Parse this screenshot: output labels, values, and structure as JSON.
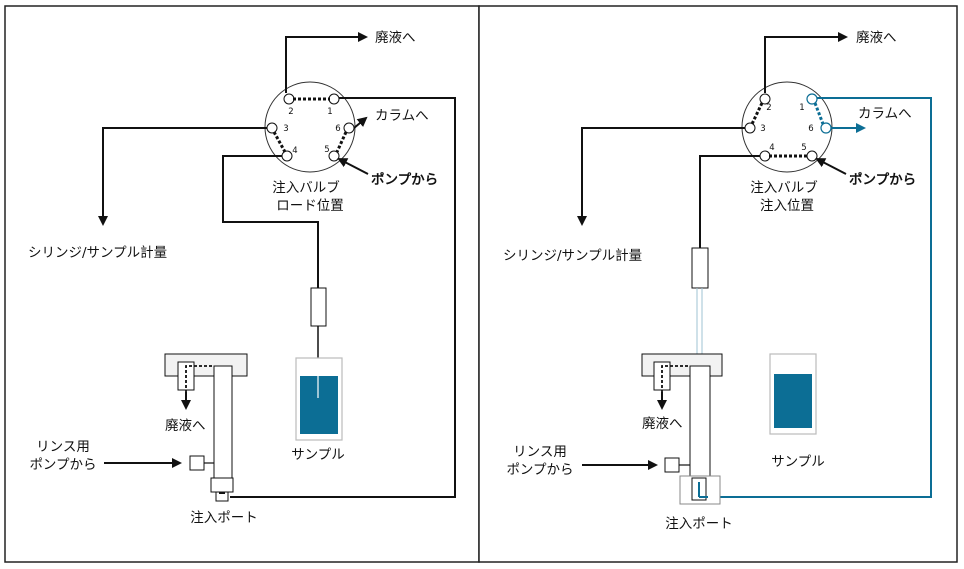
{
  "colors": {
    "line": "#111111",
    "sample": "#0c6e95",
    "frame": "#222222",
    "body": "#ffffff",
    "housing": "#f2f2f2",
    "needle_tip": "#9fc3d3"
  },
  "panels": [
    {
      "state": "load",
      "to_waste_top": "廃液へ",
      "to_column": "カラムへ",
      "from_pump": "ポンプから",
      "valve_caption_1": "注入バルブ",
      "valve_caption_2": "ロード位置",
      "syringe_metering": "シリンジ/サンプル計量",
      "to_waste_port": "廃液へ",
      "rinse_pump_1": "リンス用",
      "rinse_pump_2": "ポンプから",
      "sample": "サンプル",
      "injection_port": "注入ポート",
      "ports": [
        "1",
        "2",
        "3",
        "4",
        "5",
        "6"
      ]
    },
    {
      "state": "inject",
      "to_waste_top": "廃液へ",
      "to_column": "カラムへ",
      "from_pump": "ポンプから",
      "valve_caption_1": "注入バルブ",
      "valve_caption_2": "注入位置",
      "syringe_metering": "シリンジ/サンプル計量",
      "to_waste_port": "廃液へ",
      "rinse_pump_1": "リンス用",
      "rinse_pump_2": "ポンプから",
      "sample": "サンプル",
      "injection_port": "注入ポート",
      "ports": [
        "1",
        "2",
        "3",
        "4",
        "5",
        "6"
      ]
    }
  ]
}
